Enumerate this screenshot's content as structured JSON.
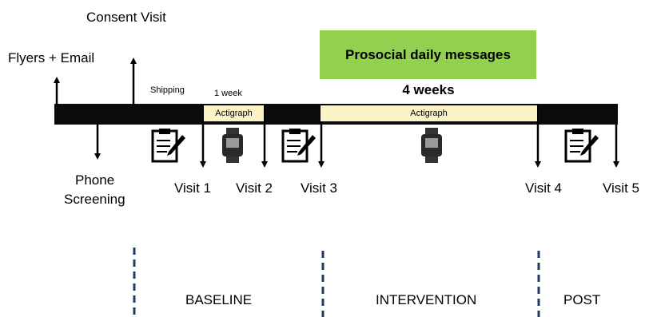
{
  "labels": {
    "flyers_email": "Flyers + Email",
    "consent_visit": "Consent Visit",
    "phone_screening_line1": "Phone",
    "phone_screening_line2": "Screening",
    "shipping": "Shipping",
    "one_week": "1 week",
    "four_weeks": "4 weeks",
    "prosocial": "Prosocial daily messages"
  },
  "actigraph": {
    "short_label": "Actigraph",
    "long_label": "Actigraph"
  },
  "visits": [
    "Visit 1",
    "Visit 2",
    "Visit 3",
    "Visit 4",
    "Visit 5"
  ],
  "phases": [
    "BASELINE",
    "INTERVENTION",
    "POST"
  ],
  "icons": [
    "clipboard-icon",
    "watch-icon",
    "up-arrow-icon",
    "down-arrow-icon"
  ],
  "colors": {
    "timeline": "#0b0b0b",
    "actigraph_fill": "#fbf2c6",
    "prosocial_fill": "#92d050",
    "divider": "#1f3864"
  }
}
